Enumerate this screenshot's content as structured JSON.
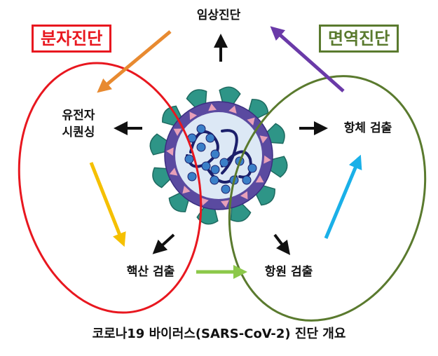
{
  "labels": {
    "clinical": "임상진단",
    "molecular": "분자진단",
    "immune": "면역진단",
    "sequencing_line1": "유전자",
    "sequencing_line2": "시퀀싱",
    "antibody": "항체 검출",
    "nucleic": "핵산 검출",
    "antigen": "항원 검출"
  },
  "title": "코로나19 바이러스(SARS-CoV-2) 진단 개요",
  "colors": {
    "molecular": "#e8171f",
    "immune": "#5a7a2e",
    "virus_spike": "#2e9587",
    "virus_ring": "#5a4aa0",
    "virus_inner": "#dce8f5",
    "rna": "#1b1f6b",
    "node": "#3a7fc8",
    "protein": "#e8a0b8"
  }
}
